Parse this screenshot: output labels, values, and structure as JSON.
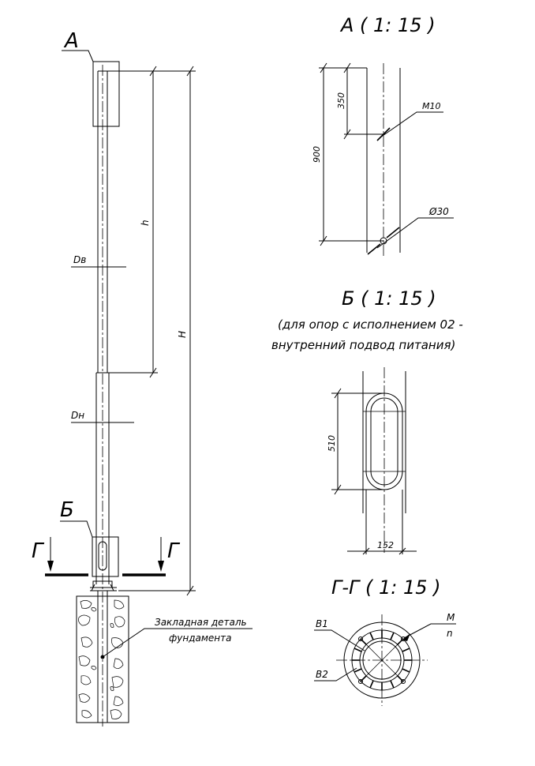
{
  "main_view": {
    "callout_a": "А",
    "callout_b": "Б",
    "section_g_left": "Г",
    "section_g_right": "Г",
    "dim_h_small": "h",
    "dim_h_total": "H",
    "dim_d_top": "Dв",
    "dim_d_bottom": "Dн",
    "foundation_label_line1": "Закладная деталь",
    "foundation_label_line2": "фундамента"
  },
  "detail_a": {
    "title": "А ( 1: 15 )",
    "dim_350": "350",
    "dim_900": "900",
    "thread": "M10",
    "hole": "Ø30"
  },
  "detail_b": {
    "title": "Б ( 1: 15 )",
    "note_line1": "(для опор с исполнением 02 -",
    "note_line2": "внутренний подвод питания)",
    "dim_510": "510",
    "dim_152": "152"
  },
  "section_g": {
    "title": "Г-Г ( 1: 15 )",
    "label_b1": "B1",
    "label_b2": "B2",
    "label_m": "M",
    "label_n": "n"
  }
}
